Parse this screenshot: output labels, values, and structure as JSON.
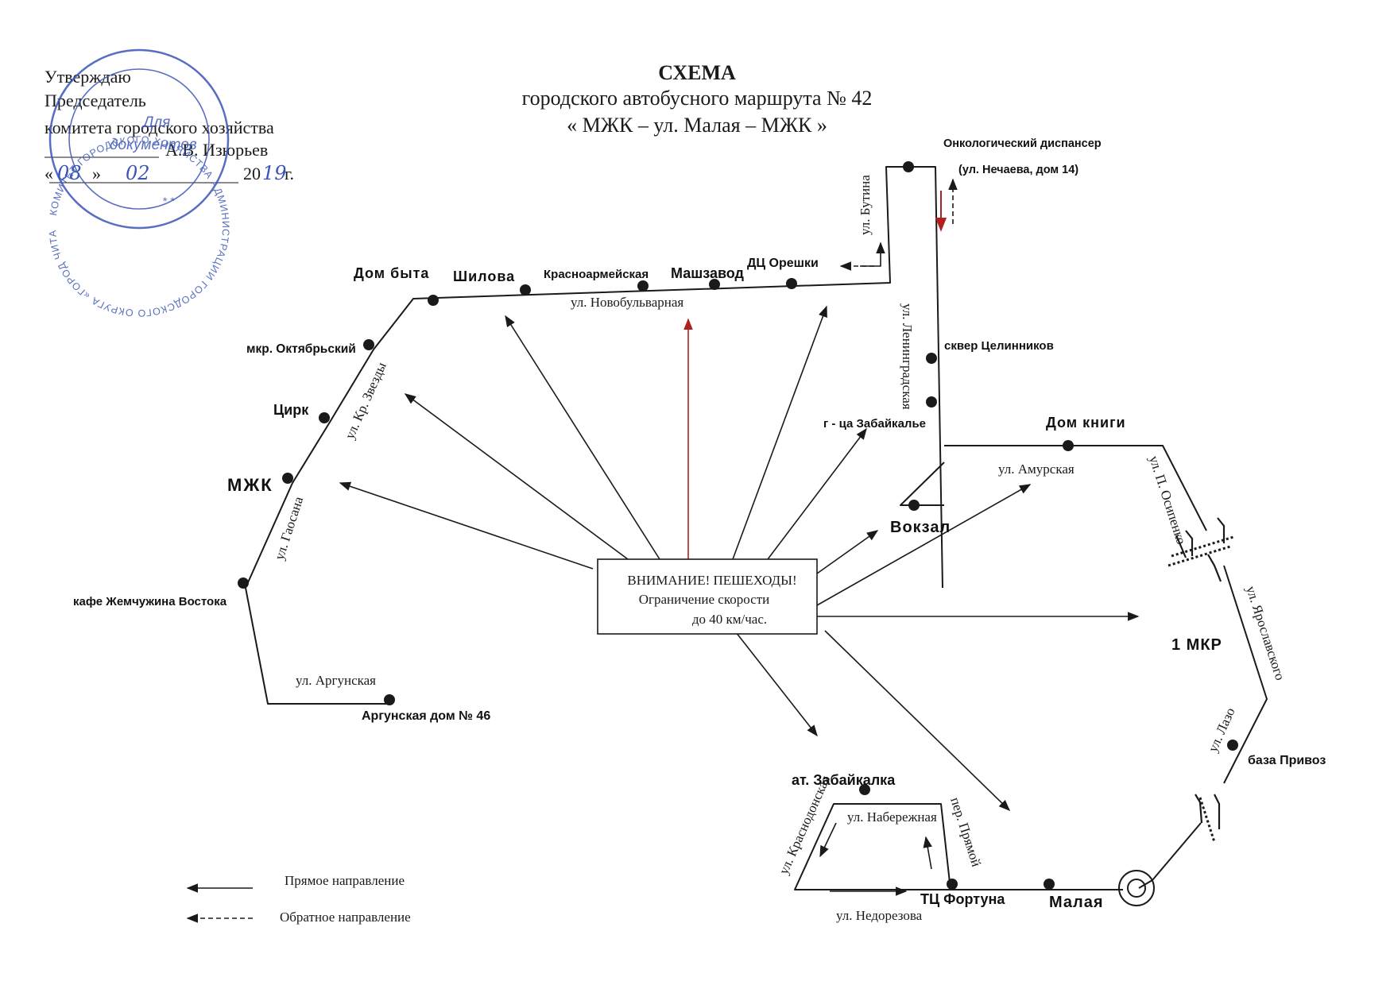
{
  "approval": {
    "line1": "Утверждаю",
    "line2": "Председатель",
    "line3": "комитета городского хозяйства",
    "signer": "А.В. Изюрьев",
    "date_open": "«",
    "day": "08",
    "date_mid": "»",
    "month": "02",
    "year_prefix": "20",
    "year_hand": "19",
    "year_suffix": "г."
  },
  "stamp": {
    "ring_text": "КОМИТЕТ ГОРОДСКОГО ХОЗЯЙСТВА АДМИНИСТРАЦИИ ГОРОДСКОГО ОКРУГА «ГОРОД ЧИТА»",
    "center1": "Для",
    "center2": "документов"
  },
  "title": {
    "line1": "СХЕМА",
    "line2": "городского автобусного маршрута № 42",
    "line3": "« МЖК – ул. Малая – МЖК »"
  },
  "stops": {
    "onco1": "Онкологический диспансер",
    "onco2": "(ул. Нечаева, дом 14)",
    "dom_byta": "Дом быта",
    "shilova": "Шилова",
    "krasnoarm": "Красноармейская",
    "mashzavod": "Машзавод",
    "dc_oreshki": "ДЦ Орешки",
    "mkr_okt": "мкр. Октябрьский",
    "cirk": "Цирк",
    "mzhk": "МЖК",
    "kafe": "кафе Жемчужина Востока",
    "argunskaya46": "Аргунская дом № 46",
    "skver": "сквер Целинников",
    "gca": "г - ца Забайкалье",
    "vokzal": "Вокзал",
    "dom_knigi": "Дом книги",
    "mkr1": "1 МКР",
    "baza": "база Привоз",
    "malaya": "Малая",
    "tc_fortuna": "ТЦ Фортуна",
    "at_zab": "ат. Забайкалка"
  },
  "streets": {
    "butina": "ул. Бутина",
    "novobul": "ул. Новобульварная",
    "leningr": "ул. Ленинградская",
    "kr_zvezdy": "ул. Кр. Звезды",
    "gaosana": "ул. Гаосана",
    "argunskaya": "ул. Аргунская",
    "amurskaya": "ул. Амурская",
    "ostrenko": "ул. П. Осипенко",
    "yaroslav": "ул. Ярославского",
    "lazo": "ул. Лазо",
    "krasnodon": "ул. Краснодонская",
    "naberezh": "ул. Набережная",
    "pryamoy": "пер. Прямой",
    "nedorez": "ул. Недорезова"
  },
  "warning": {
    "line1": "ВНИМАНИЕ! ПЕШЕХОДЫ!",
    "line2": "Ограничение скорости",
    "line3": "до 40 км/час."
  },
  "legend": {
    "forward": "Прямое направление",
    "backward": "Обратное направление"
  },
  "colors": {
    "route": "#1a1a1a",
    "stamp": "#3a55b8",
    "accent_red": "#b02020"
  }
}
